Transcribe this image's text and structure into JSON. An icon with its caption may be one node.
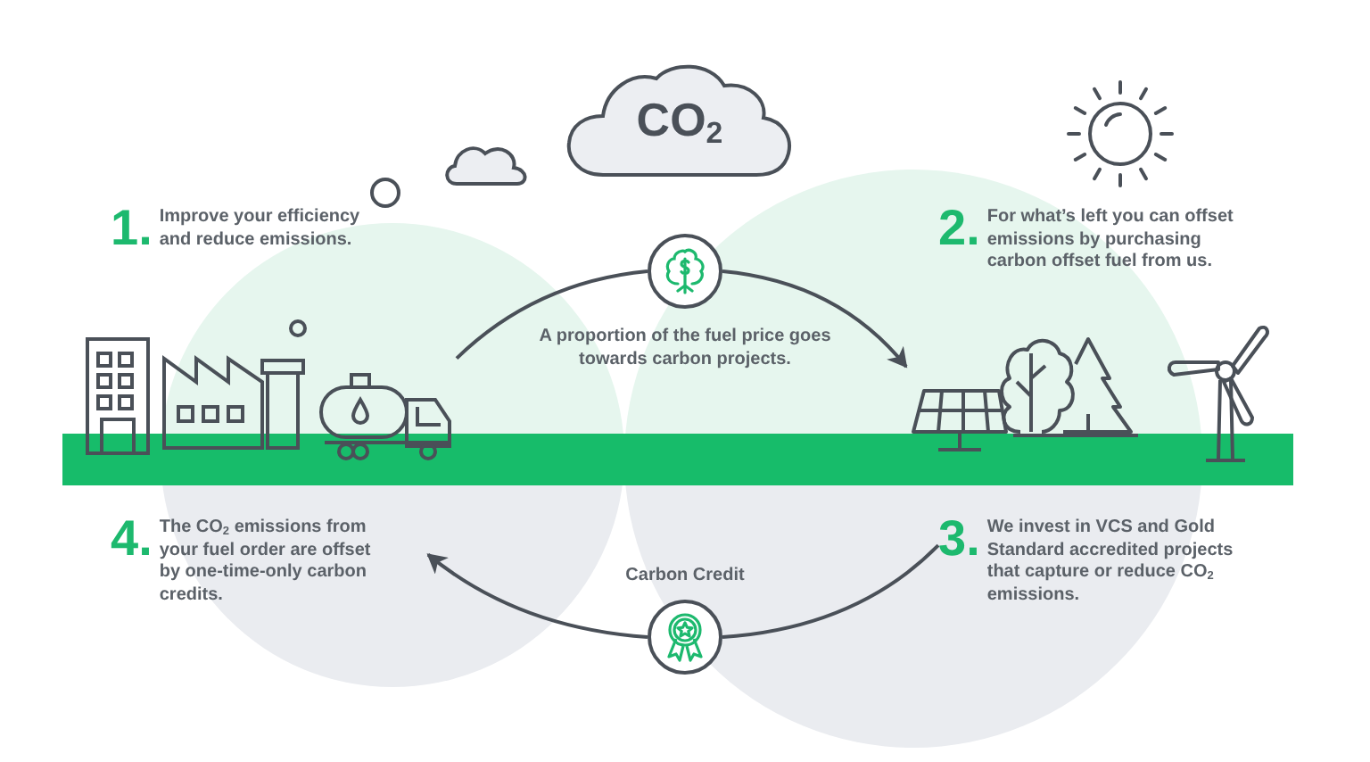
{
  "diagram": {
    "nodes": [
      {
        "text": [
          "CO$_{2}$"
        ]
      },
      {
        "text": [
          "1.",
          "Improve your efficiency and reduce emissions."
        ]
      },
      {
        "text": [],
        "shape": "circle",
        "beside": [
          "A proportion of the fuel price goes towards carbon projects."
        ]
      },
      {
        "text": [
          "2.",
          "For what’s left you can offset emissions by purchasing carbon offset fuel from us."
        ]
      },
      {
        "text": [],
        "shape": "picture"
      },
      {
        "text": [],
        "shape": "picture"
      },
      {
        "text": [
          "3.",
          "We invest in VCS and Gold Standard accredited projects that capture or reduce CO$_{2}$ emissions."
        ]
      },
      {
        "text": [],
        "shape": "circle",
        "beside": [
          "Carbon Credit"
        ]
      },
      {
        "text": [
          "4.",
          "The CO$_{2}$ emissions from your fuel order are offset by one-time-only carbon credits."
        ]
      }
    ],
    "edges": [
      {
        "from": 4,
        "to": 2,
        "arrow": "none"
      },
      {
        "from": 2,
        "to": 5,
        "arrow": "to"
      },
      {
        "from": 6,
        "to": 7,
        "arrow": "none"
      },
      {
        "from": 7,
        "to": 8,
        "arrow": "to"
      }
    ]
  }
}
